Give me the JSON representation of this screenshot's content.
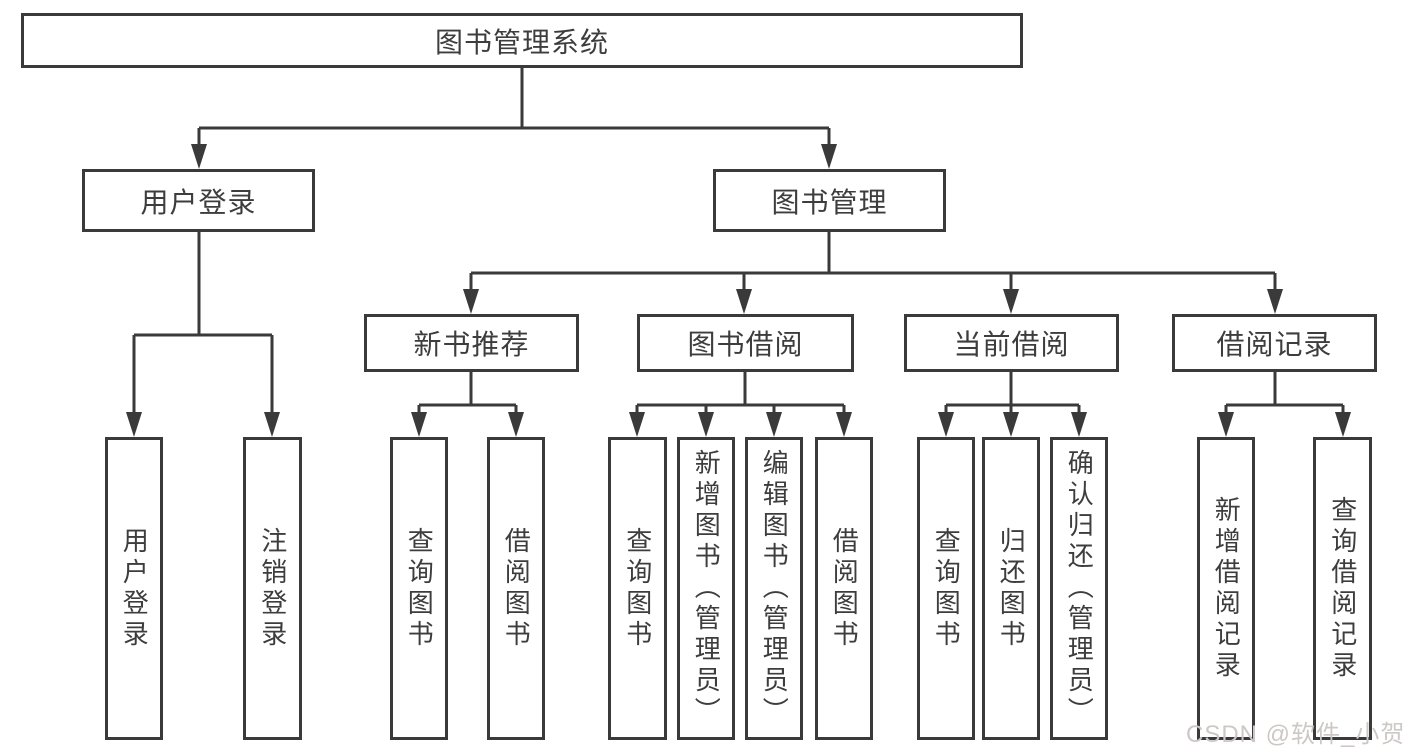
{
  "diagram": {
    "root": {
      "label": "图书管理系统"
    },
    "branches": [
      {
        "label": "用户登录",
        "children": [
          {
            "label": "用户登录"
          },
          {
            "label": "注销登录"
          }
        ]
      },
      {
        "label": "图书管理",
        "children": [
          {
            "label": "新书推荐",
            "children": [
              {
                "label": "查询图书"
              },
              {
                "label": "借阅图书"
              }
            ]
          },
          {
            "label": "图书借阅",
            "children": [
              {
                "label": "查询图书"
              },
              {
                "label": "新增图书（管理员）"
              },
              {
                "label": "编辑图书（管理员）"
              },
              {
                "label": "借阅图书"
              }
            ]
          },
          {
            "label": "当前借阅",
            "children": [
              {
                "label": "查询图书"
              },
              {
                "label": "归还图书"
              },
              {
                "label": "确认归还（管理员）"
              }
            ]
          },
          {
            "label": "借阅记录",
            "children": [
              {
                "label": "新增借阅记录"
              },
              {
                "label": "查询借阅记录"
              }
            ]
          }
        ]
      }
    ]
  },
  "watermark": {
    "text": "CSDN @软件_小贺同学"
  },
  "colors": {
    "line": "#3a3a3a",
    "text": "#3d3d3d",
    "watermark": "#cdc8c5",
    "background": "#ffffff"
  }
}
